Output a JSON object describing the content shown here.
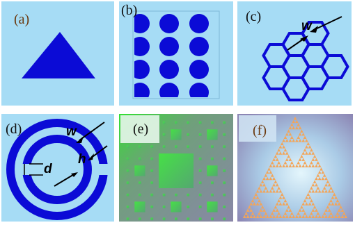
{
  "colors": {
    "sky": "#a6dcf5",
    "blue": "#0b0bd6",
    "orange": "#f2a55a",
    "fractal_gray": "#8c86a6",
    "fractal_green": "#33cc33",
    "label_brown": "#6b3a10",
    "label_dark": "#111111"
  },
  "panels": {
    "a": {
      "label": "(a)",
      "shape": "filled-triangle"
    },
    "b": {
      "label": "(b)",
      "shape": "circular-holes-array"
    },
    "c": {
      "label": "(c)",
      "shape": "hexagon-lattice",
      "annotation": "w"
    },
    "d": {
      "label": "(d)",
      "shape": "split-ring-resonator",
      "annotations": [
        "w",
        "d",
        "h"
      ]
    },
    "e": {
      "label": "(e)",
      "shape": "sierpinski-carpet"
    },
    "f": {
      "label": "(f)",
      "shape": "sierpinski-triangle"
    }
  }
}
